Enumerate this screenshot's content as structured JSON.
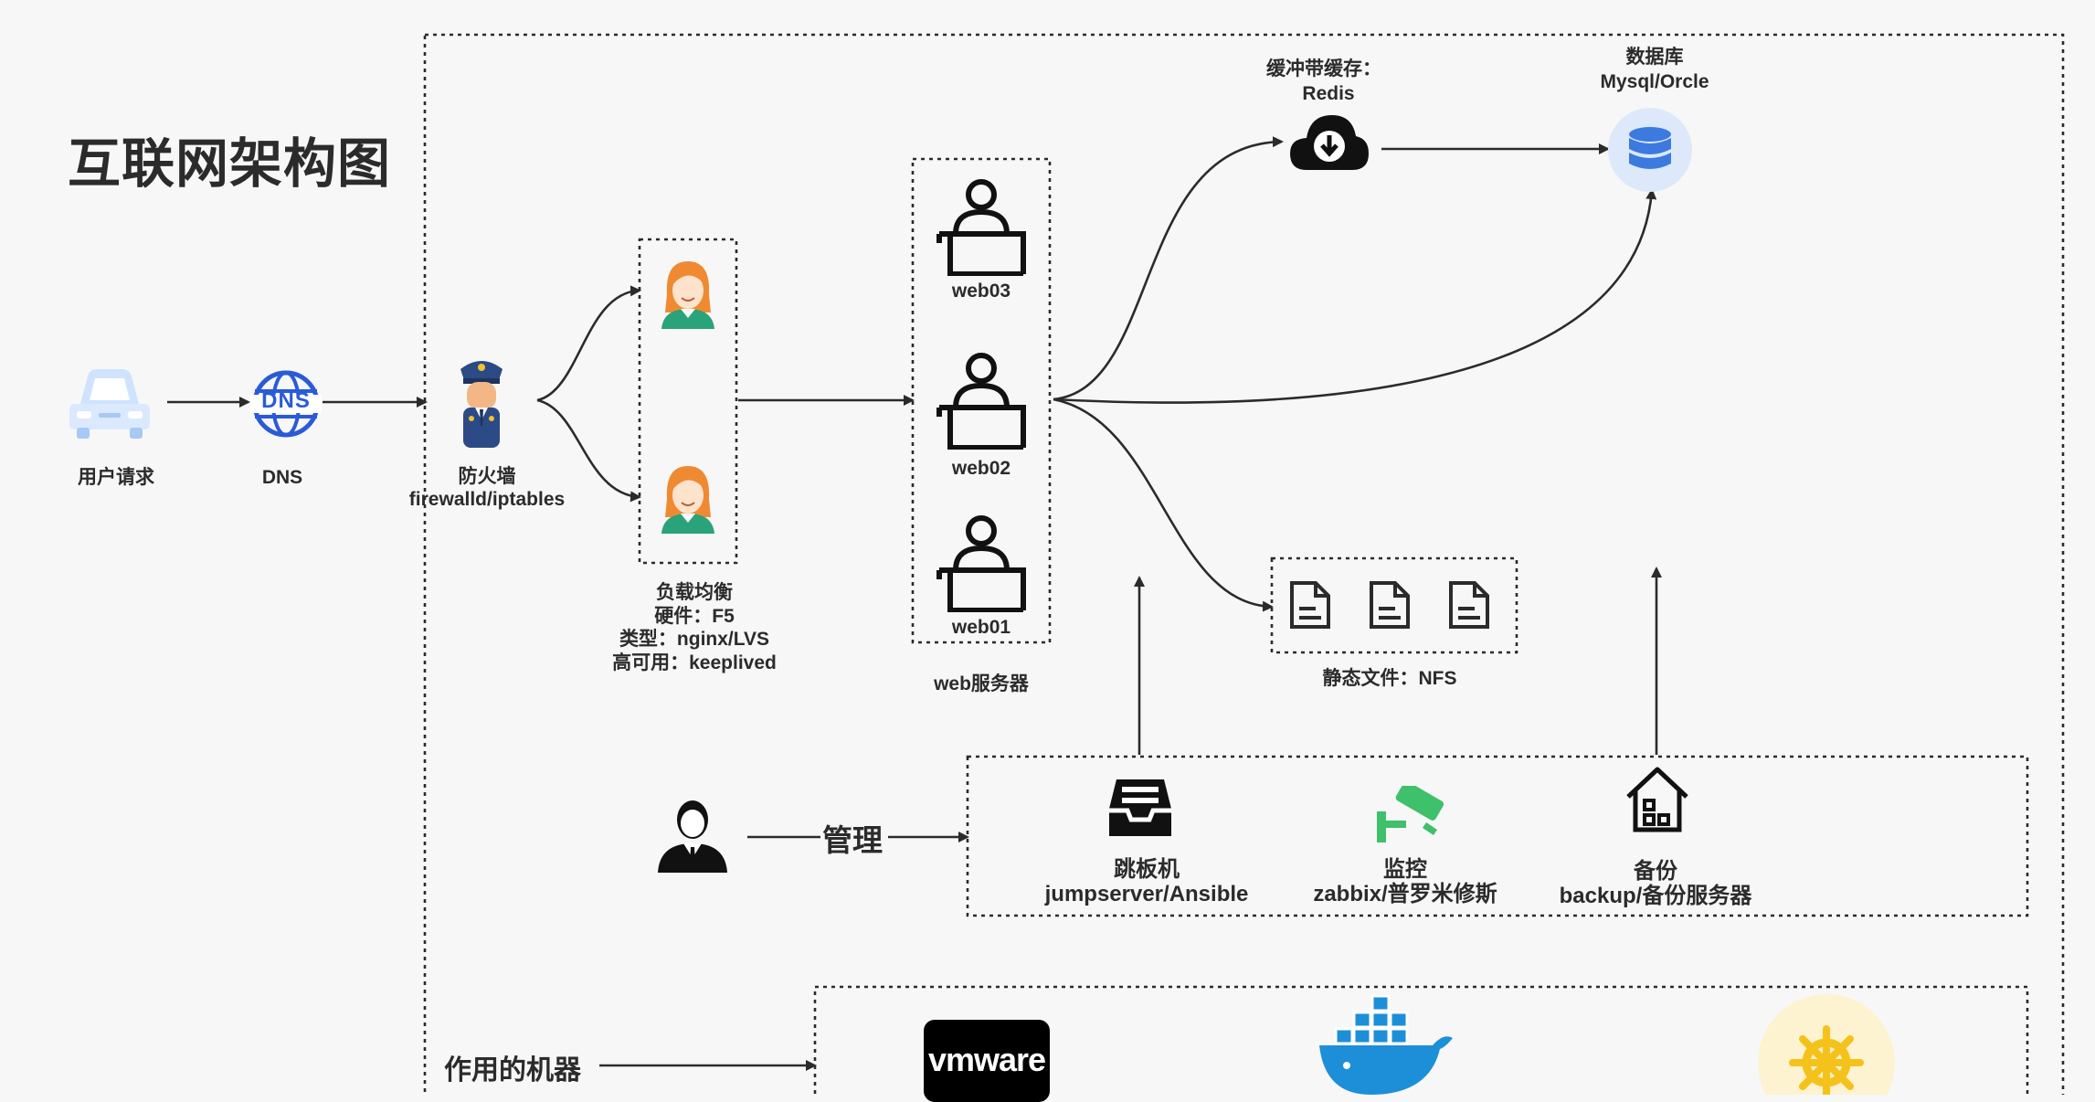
{
  "title": "互联网架构图",
  "nodes": {
    "user_request": "用户请求",
    "dns_label": "DNS",
    "dns_icon_text": "DNS",
    "firewall": [
      "防火墙",
      "firewalld/iptables"
    ],
    "load_balancer": [
      "负载均衡",
      "硬件：F5",
      "类型：nginx/LVS",
      "高可用：keeplived"
    ],
    "web_servers": [
      "web03",
      "web02",
      "web01"
    ],
    "web_group": "web服务器",
    "cache": [
      "缓冲带缓存：",
      "Redis"
    ],
    "database": [
      "数据库",
      "Mysql/Orcle"
    ],
    "static_files": "静态文件：NFS",
    "manage": "管理",
    "jumpserver": [
      "跳板机",
      "jumpserver/Ansible"
    ],
    "monitor": [
      "监控",
      "zabbix/普罗米修斯"
    ],
    "backup": [
      "备份",
      "backup/备份服务器"
    ],
    "machines": "作用的机器",
    "vmware": "vmware"
  },
  "colors": {
    "line": "#2b2b2b",
    "dns_blue": "#2a5bd7",
    "db_blue": "#3d7ae0",
    "monitor_green": "#3fc06a",
    "docker_blue": "#1d8fd8"
  }
}
